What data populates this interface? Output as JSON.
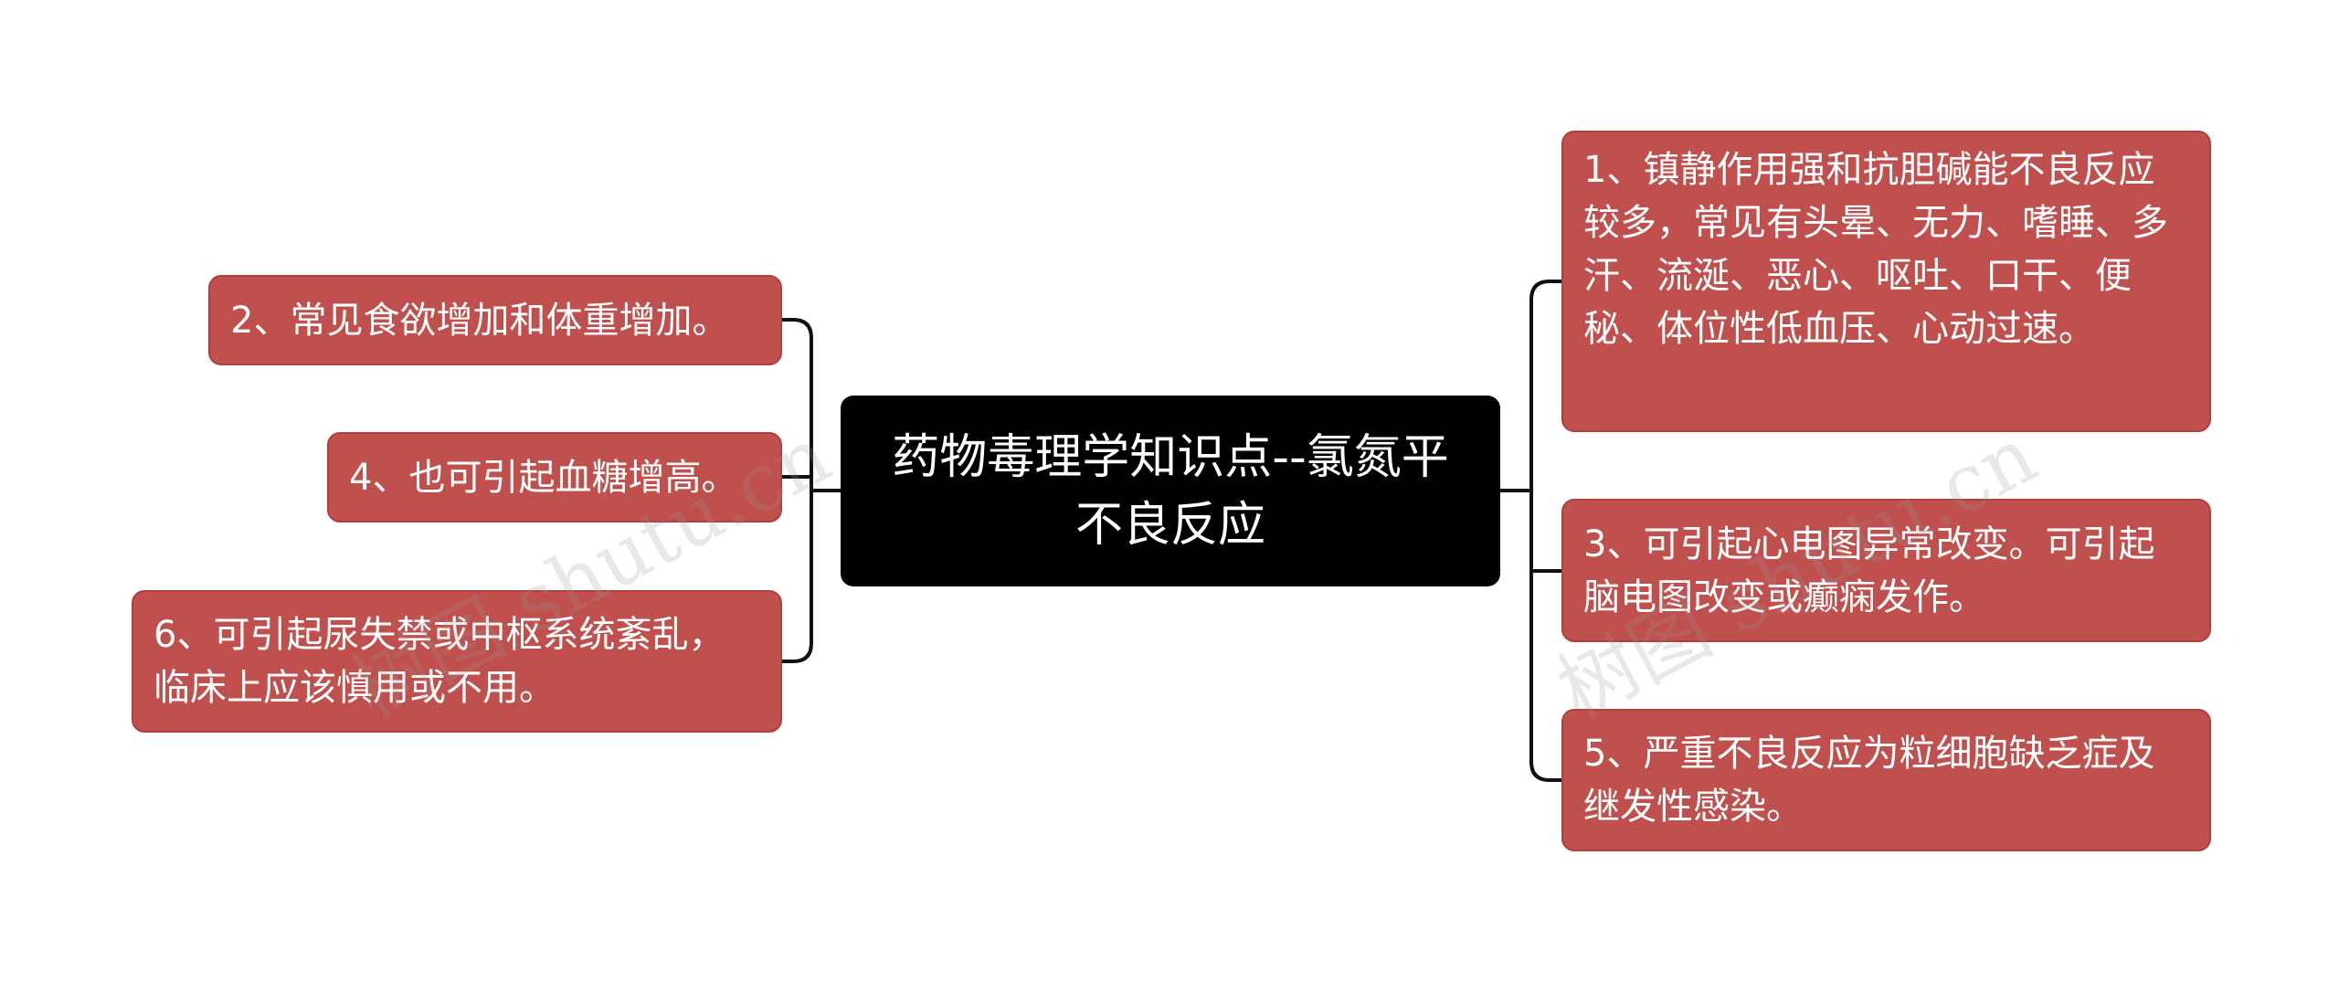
{
  "center": {
    "title": "药物毒理学知识点--氯氮平不良反应"
  },
  "branches": {
    "b1": "1、镇静作用强和抗胆碱能不良反应较多，常见有头晕、无力、嗜睡、多汗、流涎、恶心、呕吐、口干、便秘、体位性低血压、心动过速。",
    "b2": "2、常见食欲增加和体重增加。",
    "b3": "3、可引起心电图异常改变。可引起脑电图改变或癫痫发作。",
    "b4": "4、也可引起血糖增高。",
    "b5": "5、严重不良反应为粒细胞缺乏症及继发性感染。",
    "b6": "6、可引起尿失禁或中枢系统紊乱，临床上应该慎用或不用。"
  },
  "watermarks": [
    "树图 shutu.cn",
    "树图 shutu.cn"
  ],
  "colors": {
    "center_bg": "#000000",
    "branch_bg": "#c0504d",
    "line": "#111111",
    "text": "#ffffff"
  }
}
